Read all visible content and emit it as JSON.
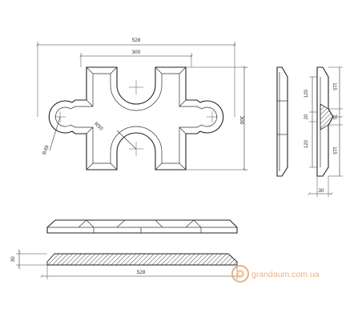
{
  "dimensions": {
    "overall_width": "528",
    "inner_width": "300",
    "overall_height": "300",
    "radius_outer": "R49",
    "radius_inner": "R50",
    "section_top": "115",
    "section_upper": "120",
    "section_gap": "20",
    "section_mid": "70",
    "section_lower": "120",
    "section_bottom": "115",
    "section_thickness": "30",
    "side_thickness": "30",
    "side_length": "528"
  },
  "watermark": {
    "text": "grandaum.com.ua",
    "color": "#e8a46a"
  },
  "colors": {
    "line": "#222222",
    "hatch": "#555555"
  }
}
